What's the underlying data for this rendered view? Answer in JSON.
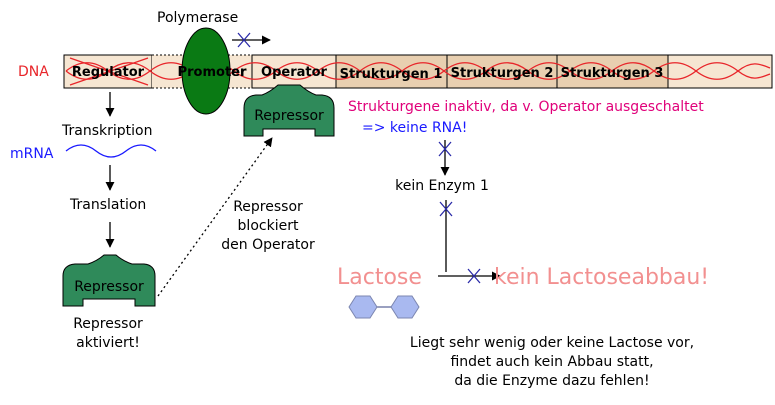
{
  "colors": {
    "dna_red": "#e8252a",
    "mrna_blue": "#1a1aff",
    "segment_light": "#f6e6d2",
    "segment_dark": "#e8cfb0",
    "polymerase_green": "#0a7a14",
    "repressor_green": "#2f8a5a",
    "note_magenta": "#e0007a",
    "note_blue": "#1a1aff",
    "lactose_pink": "#f29090",
    "molecule_fill": "#a9b9f0",
    "arrow_blue": "#2a2aa8"
  },
  "labels": {
    "polymerase": "Polymerase",
    "dna": "DNA",
    "mrna": "mRNA",
    "transkription": "Transkription",
    "translation": "Translation",
    "repressor_blockiert_1": "Repressor",
    "repressor_blockiert_2": "blockiert",
    "repressor_blockiert_3": "den Operator",
    "repressor_aktiviert_1": "Repressor",
    "repressor_aktiviert_2": "aktiviert!",
    "strukturgene_inaktiv": "Strukturgene inaktiv, da v. Operator ausgeschaltet",
    "keine_rna": "=>  keine RNA!",
    "kein_enzym": "kein Enzym 1",
    "lactose": "Lactose",
    "kein_lactoseabbau": "kein Lactoseabbau!",
    "footer_1": "Liegt sehr wenig oder keine Lactose vor,",
    "footer_2": "findet auch kein Abbau statt,",
    "footer_3": "da die Enzyme dazu fehlen!"
  },
  "segments": {
    "regulator": "Regulator",
    "promoter": "Promoter",
    "operator": "Operator",
    "strukturgen_1": "Strukturgen 1",
    "strukturgen_2": "Strukturgen 2",
    "strukturgen_3": "Strukturgen 3"
  },
  "repressor_bound": "Repressor",
  "repressor_free": "Repressor"
}
